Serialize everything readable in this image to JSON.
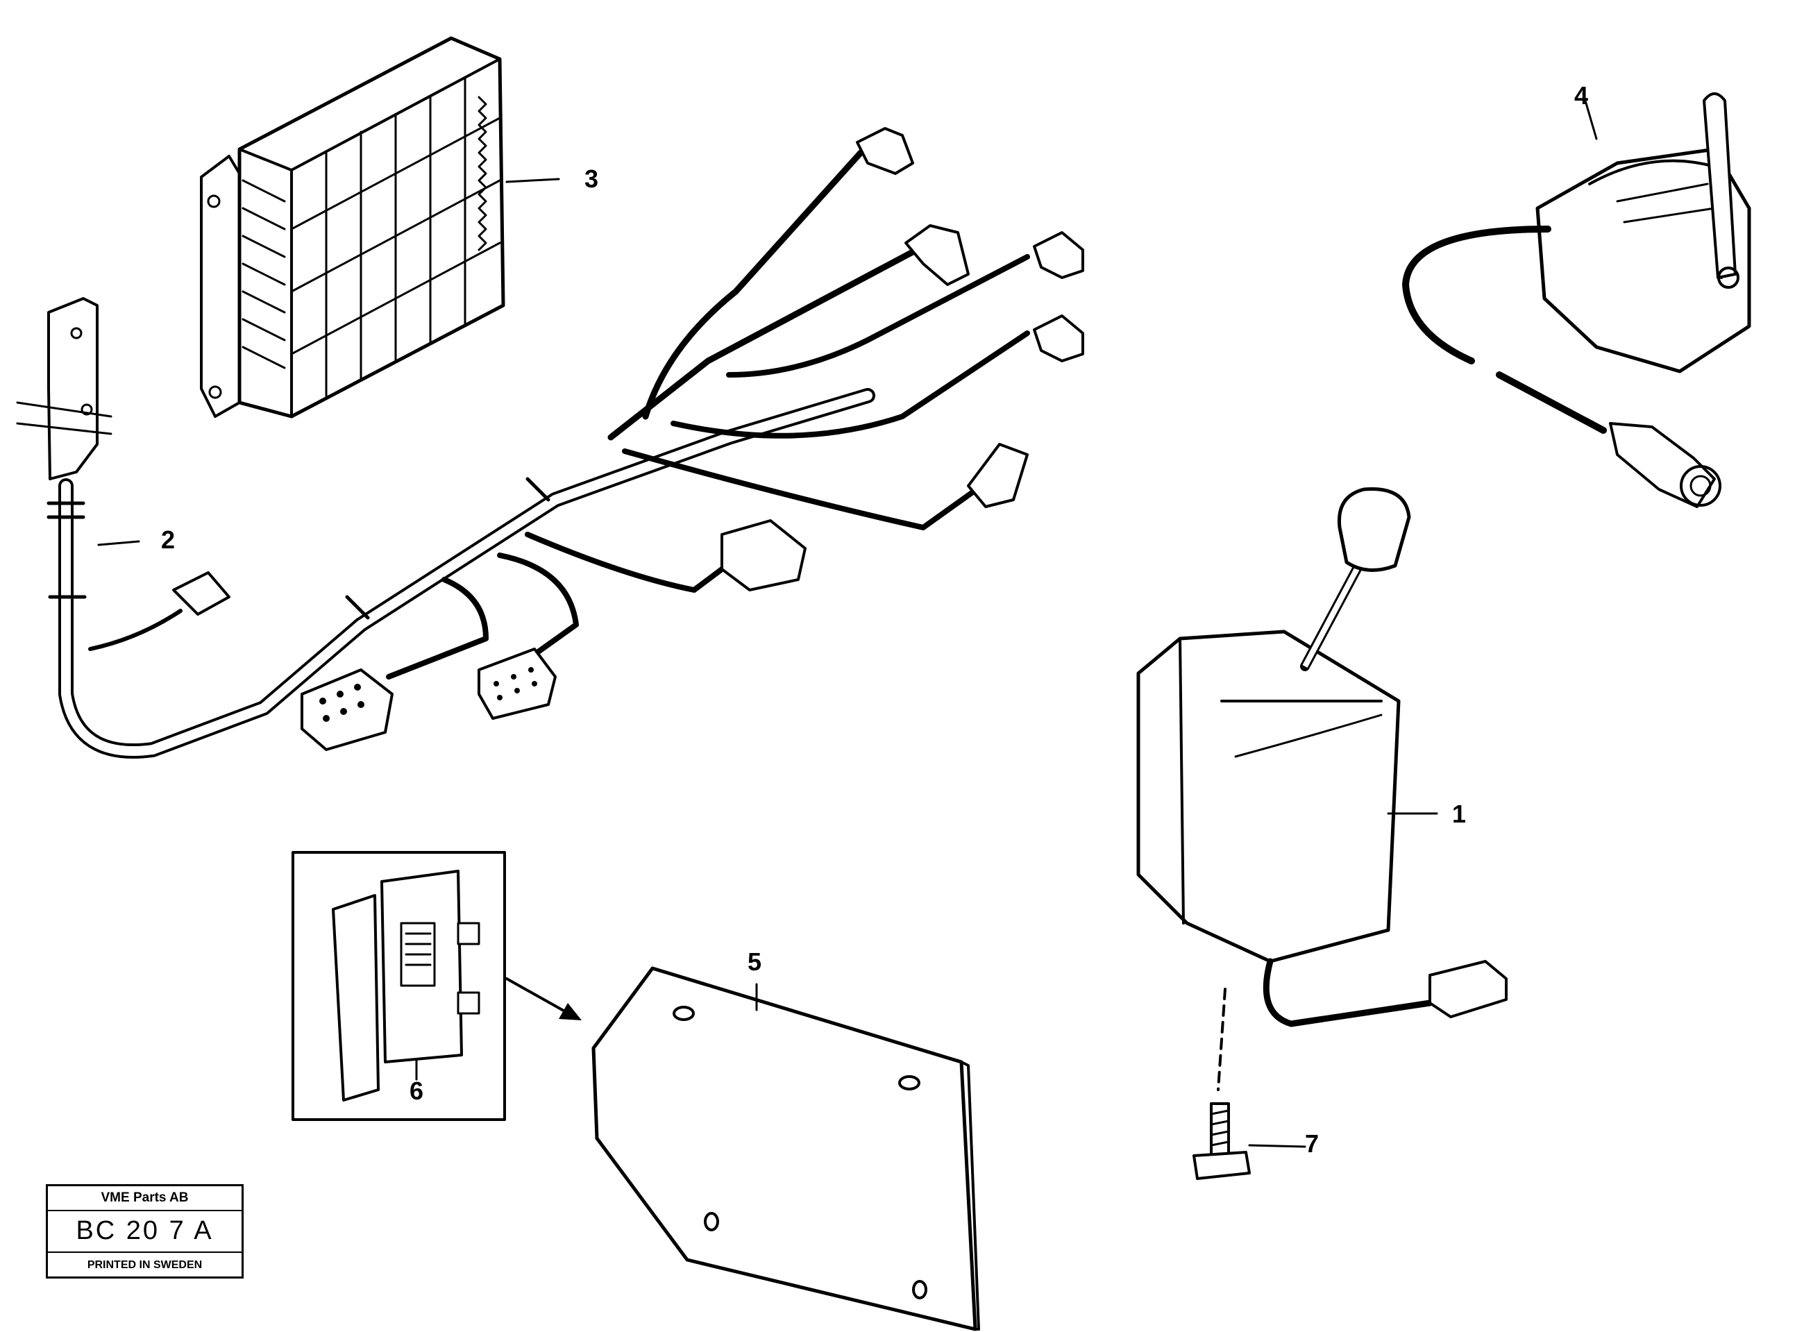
{
  "callouts": {
    "c1": "1",
    "c2": "2",
    "c3": "3",
    "c4": "4",
    "c5": "5",
    "c6": "6",
    "c7": "7"
  },
  "stamp": {
    "company": "VME Parts AB",
    "code": "BC 20 7  A",
    "printed": "PRINTED IN SWEDEN"
  }
}
